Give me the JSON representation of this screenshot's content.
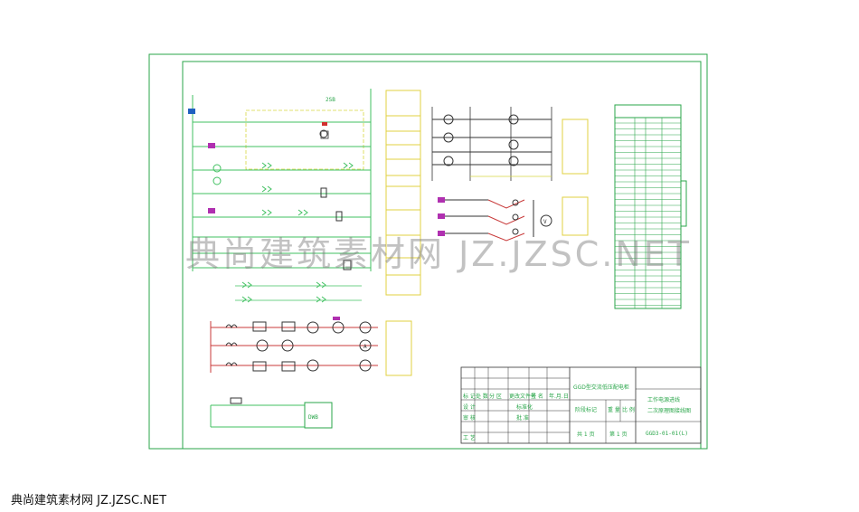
{
  "title_block": {
    "project_name": "GGD型交流低压配电柜",
    "drawing_title_line1": "工作电源进线",
    "drawing_title_line2": "二次原理图接线图",
    "drawing_number": "GGD3-01-01(L)",
    "row_labels": [
      "标 记",
      "设 计",
      "审 核",
      "工 艺"
    ],
    "header_cells": [
      "处 数",
      "分 区",
      "更改文件号",
      "签 名",
      "年.月.日"
    ],
    "mid_cells": [
      "标准化",
      "批 准"
    ],
    "stage_label": "阶段标记",
    "weight_label": "重 量",
    "scale_label": "比 例",
    "sheet_label": "共 1 页",
    "page_label": "第 1 页"
  },
  "watermark": {
    "main": "典尚建筑素材网 JZ.JZSC.NET",
    "footer": "典尚建筑素材网 JZ.JZSC.NET"
  },
  "labels": {
    "circuit_title": "2SB",
    "dwb": "DWB",
    "v_label": "V",
    "a_label": "A"
  },
  "colors": {
    "border": "#2aa64a",
    "wire_green": "#40c060",
    "wire_yellow": "#d8d840",
    "wire_red": "#c83a3a",
    "wire_dark": "#333333",
    "box_yellow": "#e0d040",
    "magenta": "#b030b0"
  }
}
